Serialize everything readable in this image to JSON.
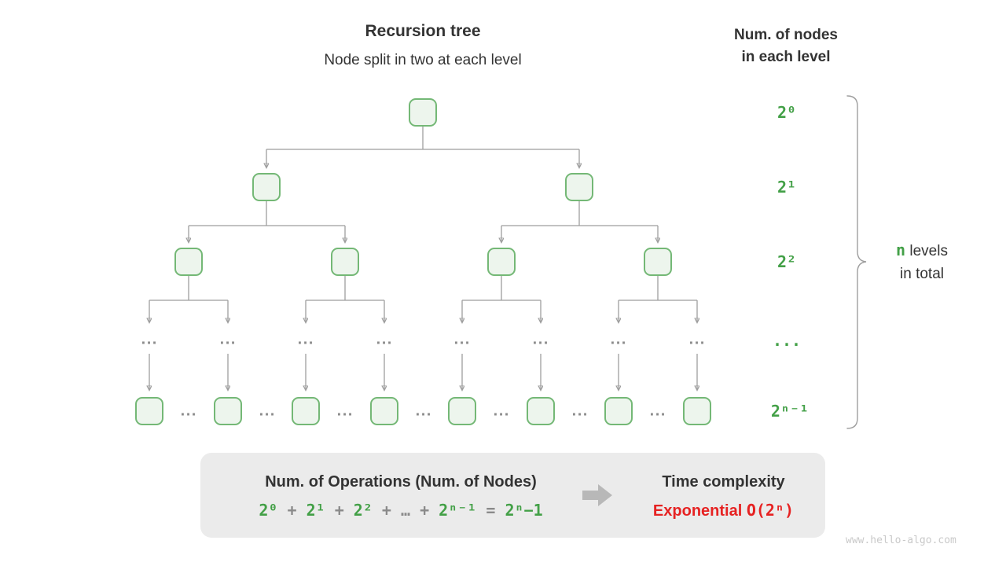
{
  "colors": {
    "green": "#43a047",
    "node_fill": "#edf5ed",
    "node_border": "#74b876",
    "line": "#9e9e9e",
    "text": "#333333",
    "muted": "#8a8a8a",
    "red": "#e62222",
    "panel_bg": "#ebebeb",
    "arrow": "#b8b8b8",
    "watermark": "#c9c9c9"
  },
  "header": {
    "title": "Recursion tree",
    "subtitle": "Node split in two at each level",
    "right_title_line1": "Num. of nodes",
    "right_title_line2": "in each level"
  },
  "tree": {
    "ellipsis": "...",
    "level_labels": [
      "2⁰",
      "2¹",
      "2²",
      "...",
      "2ⁿ⁻¹"
    ]
  },
  "brace_label": {
    "n": "n",
    "levels": "levels",
    "line2": "in total"
  },
  "summary": {
    "operations_title": "Num. of Operations (Num. of Nodes)",
    "formula": [
      {
        "t": "2⁰",
        "c": "g"
      },
      {
        "t": " + ",
        "c": "m"
      },
      {
        "t": "2¹",
        "c": "g"
      },
      {
        "t": " + ",
        "c": "m"
      },
      {
        "t": "2²",
        "c": "g"
      },
      {
        "t": " + ",
        "c": "m"
      },
      {
        "t": "…",
        "c": "m"
      },
      {
        "t": " + ",
        "c": "m"
      },
      {
        "t": "2ⁿ⁻¹",
        "c": "g"
      },
      {
        "t": " = ",
        "c": "m"
      },
      {
        "t": "2ⁿ−1",
        "c": "g"
      }
    ],
    "time_title": "Time complexity",
    "complexity_label": "Exponential",
    "complexity_notation": "O(2ⁿ)"
  },
  "watermark": "www.hello-algo.com"
}
